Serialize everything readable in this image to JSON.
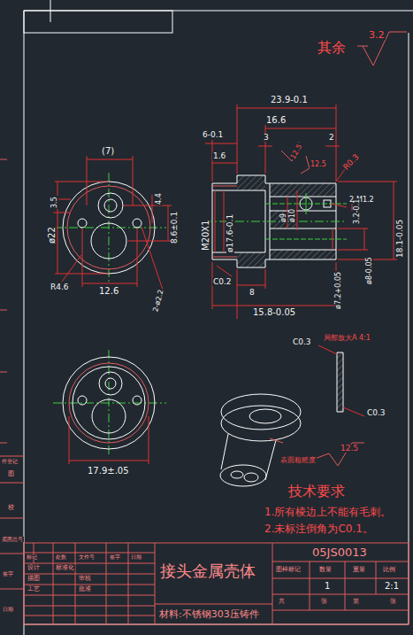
{
  "diagram": {
    "labels": [
      "其余",
      "3.2",
      "(7)",
      "3.5",
      "4.4",
      "ø22",
      "8.6±0.1",
      "R4.6",
      "12.6",
      "2-ø2.2",
      "17.9±.05",
      "23.9-0.1",
      "16.6",
      "6-0.1",
      "3",
      "2",
      "1.6",
      "12.5",
      "12.5",
      "R0.3",
      "2-M1.2",
      "M20X1",
      "ø17.6-0.1",
      "ø9",
      "ø10",
      "18.1-0.05",
      "3.2-0.1",
      "ø8-0.05",
      "ø7.2+0.05",
      "C0.2",
      "8",
      "15.8-0.05",
      "C0.3",
      "局部放大A 4:1",
      "C0.3",
      "12.5",
      "表面粗糙度",
      "技术要求",
      "1.所有棱边上不能有毛刺。",
      "2.未标注倒角为C0.1。",
      "05JS0013",
      "图样标记",
      "数量",
      "重量",
      "比例",
      "1",
      "2:1",
      "共",
      "张",
      "第",
      "张",
      "接头金属壳体",
      "材料:不锈钢303压铸件",
      "标记",
      "处数",
      "文件号",
      "签字",
      "日期",
      "设计",
      "标准化",
      "描图",
      "审核",
      "工艺",
      "批准",
      "件登记",
      "图",
      "校",
      "底图总号",
      "签字",
      "日期"
    ]
  }
}
